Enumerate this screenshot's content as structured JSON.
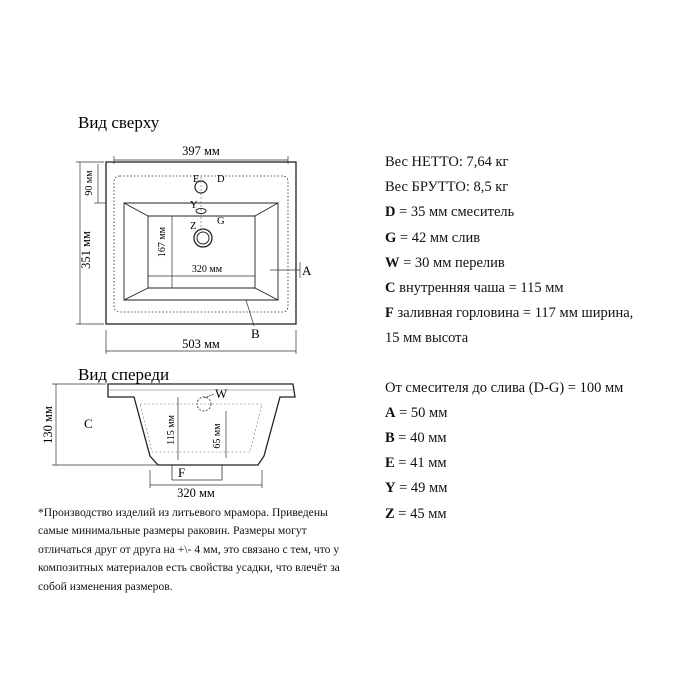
{
  "top_view": {
    "title": "Вид сверху",
    "dim_width_inner": "397 мм",
    "dim_width_outer": "503 мм",
    "dim_depth": "351 мм",
    "dim_rear": "90 мм",
    "dim_bowl_depth": "167 мм",
    "dim_bowl_width": "320 мм",
    "labels": {
      "e": "E",
      "d": "D",
      "y": "Y",
      "z": "Z",
      "g": "G",
      "a": "A",
      "b": "B"
    }
  },
  "front_view": {
    "title": "Вид спереди",
    "dim_height": "130 мм",
    "dim_inner_height": "115 мм",
    "dim_overflow_height": "65 мм",
    "dim_bottom_width": "320 мм",
    "labels": {
      "c": "C",
      "w": "W",
      "f": "F"
    }
  },
  "specs": {
    "lines": [
      {
        "key": "",
        "text": "Вес НЕТТО: 7,64 кг"
      },
      {
        "key": "",
        "text": "Вес БРУТТО: 8,5 кг"
      },
      {
        "key": "D",
        "text": " = 35 мм смеситель"
      },
      {
        "key": "G",
        "text": " = 42 мм слив"
      },
      {
        "key": "W",
        "text": " = 30 мм перелив"
      },
      {
        "key": "C",
        "text": " внутренняя чаша = 115 мм"
      },
      {
        "key": "F",
        "text": " заливная горловина = 117 мм ширина,"
      },
      {
        "key": "",
        "text": "15 мм высота"
      }
    ],
    "lines2": [
      {
        "key": "",
        "text": "От смесителя до слива (D-G) = 100 мм"
      },
      {
        "key": "A",
        "text": " = 50 мм"
      },
      {
        "key": "B",
        "text": " = 40 мм"
      },
      {
        "key": "E",
        "text": " = 41 мм"
      },
      {
        "key": "Y",
        "text": " = 49 мм"
      },
      {
        "key": "Z",
        "text": " = 45 мм"
      }
    ]
  },
  "note": {
    "lines": [
      "*Производство изделий из литьевого мрамора. Приведены",
      "самые минимальные размеры раковин. Размеры могут",
      "отличаться друг от друга на +\\- 4 мм, это связано с тем, что у",
      "композитных материалов есть свойства усадки, что влечёт за",
      "собой изменения размеров."
    ]
  }
}
